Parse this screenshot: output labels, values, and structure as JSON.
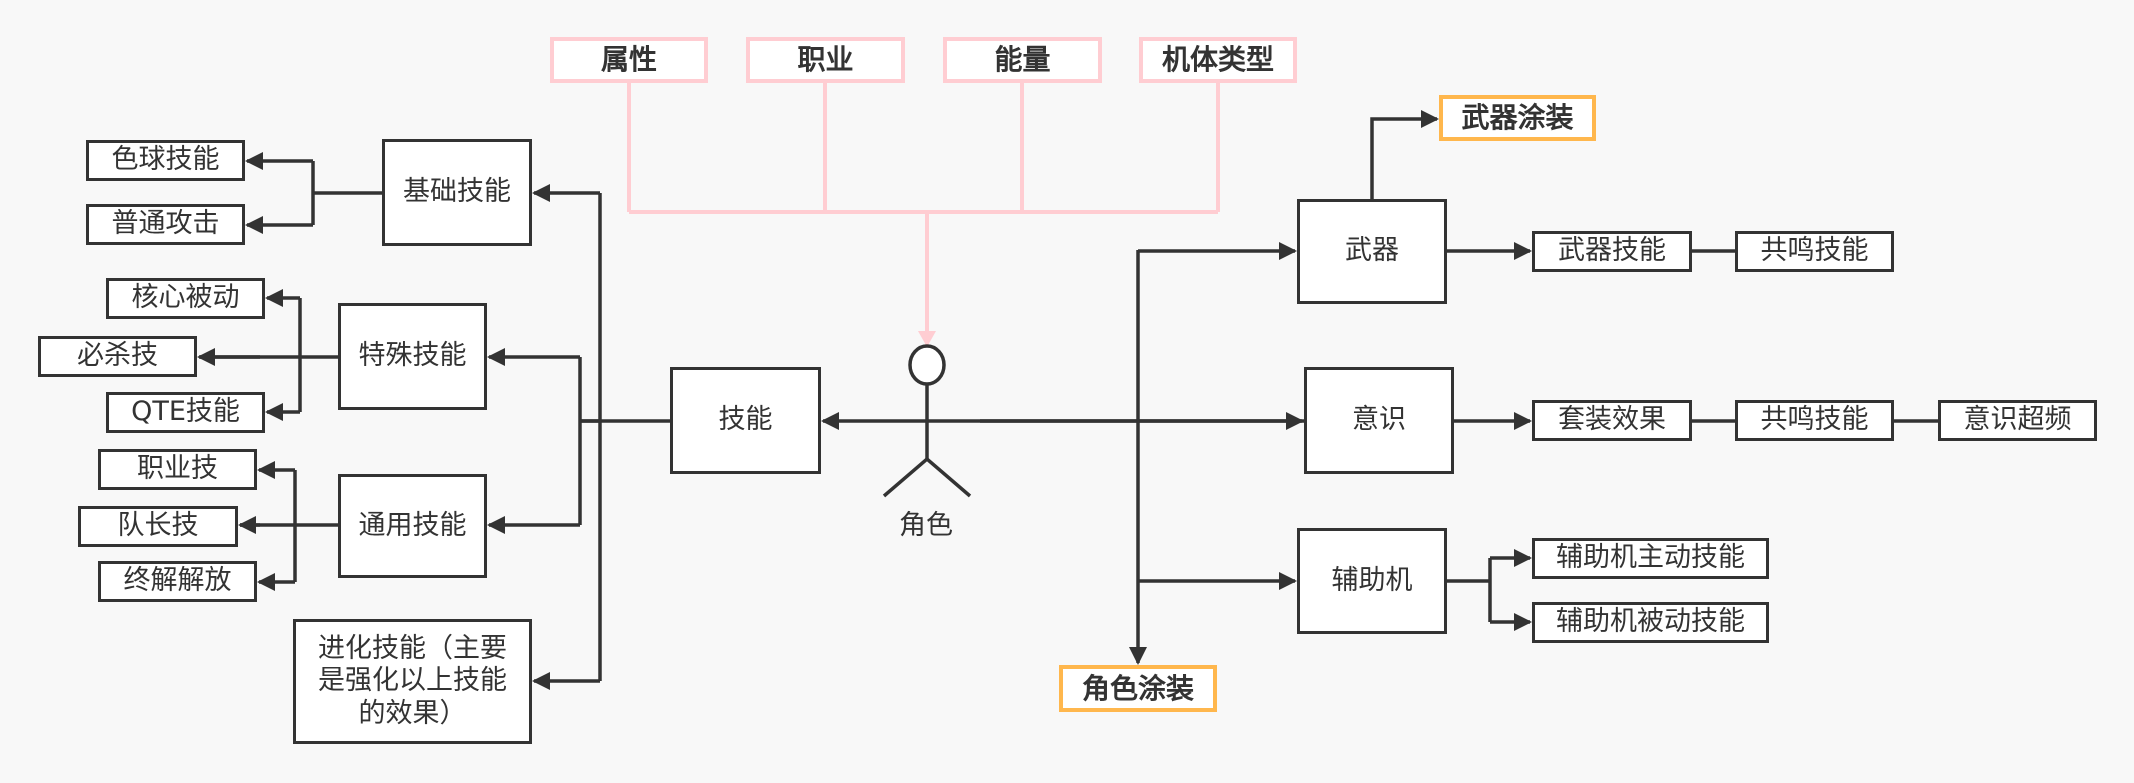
{
  "colors": {
    "background": "#f8f8f8",
    "line": "#333333",
    "attribute_border": "#ffcdd2",
    "skin_border": "#ffb74d"
  },
  "attributes": [
    "属性",
    "职业",
    "能量",
    "机体类型"
  ],
  "actor": {
    "label": "角色",
    "icon": "stick-figure-icon"
  },
  "skills": {
    "root": "技能",
    "basic": {
      "label": "基础技能",
      "children": [
        "色球技能",
        "普通攻击"
      ]
    },
    "special": {
      "label": "特殊技能",
      "children": [
        "核心被动",
        "必杀技",
        "QTE技能"
      ]
    },
    "general": {
      "label": "通用技能",
      "children": [
        "职业技",
        "队长技",
        "终解解放"
      ]
    },
    "evolution": {
      "label": "进化技能（主要是强化以上技能的效果）"
    }
  },
  "weapon": {
    "label": "武器",
    "skin": "武器涂装",
    "chain": [
      "武器技能",
      "共鸣技能"
    ]
  },
  "consciousness": {
    "label": "意识",
    "chain": [
      "套装效果",
      "共鸣技能",
      "意识超频"
    ]
  },
  "support": {
    "label": "辅助机",
    "children": [
      "辅助机主动技能",
      "辅助机被动技能"
    ]
  },
  "character_skin": "角色涂装"
}
